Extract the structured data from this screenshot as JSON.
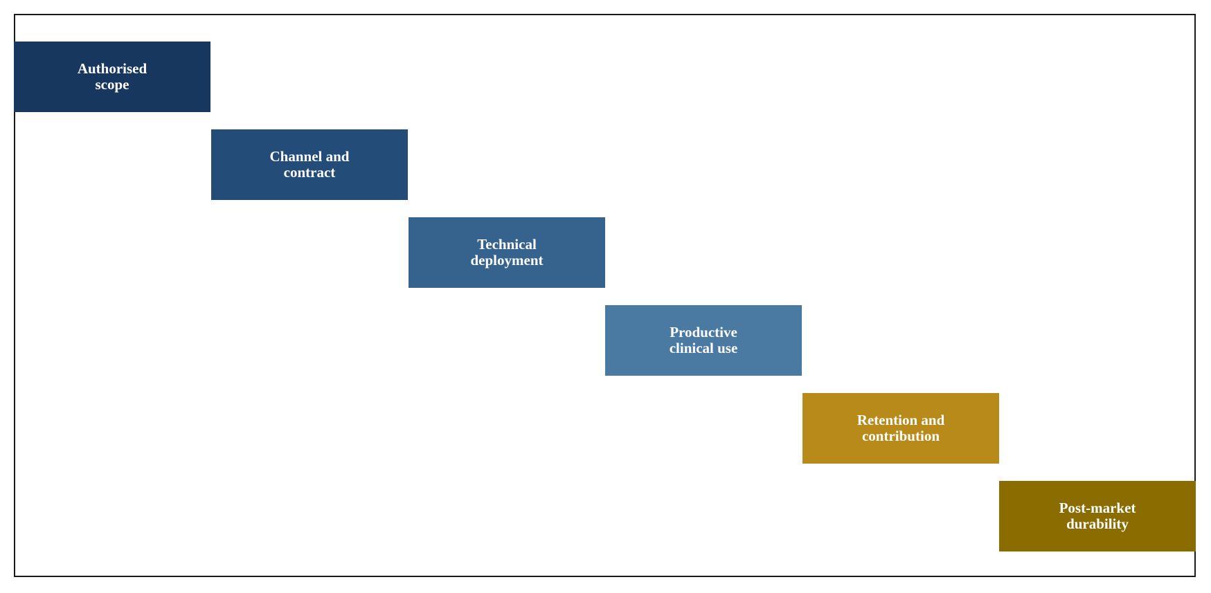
{
  "stages": [
    {
      "label": "Authorised\nscope",
      "color": "#17375e"
    },
    {
      "label": "Channel and\ncontract",
      "color": "#234c78"
    },
    {
      "label": "Technical\ndeployment",
      "color": "#36638d"
    },
    {
      "label": "Productive\nclinical use",
      "color": "#4a79a1"
    },
    {
      "label": "Retention and\ncontribution",
      "color": "#b78a19"
    },
    {
      "label": "Post-market\ndurability",
      "color": "#8a6c00"
    }
  ]
}
